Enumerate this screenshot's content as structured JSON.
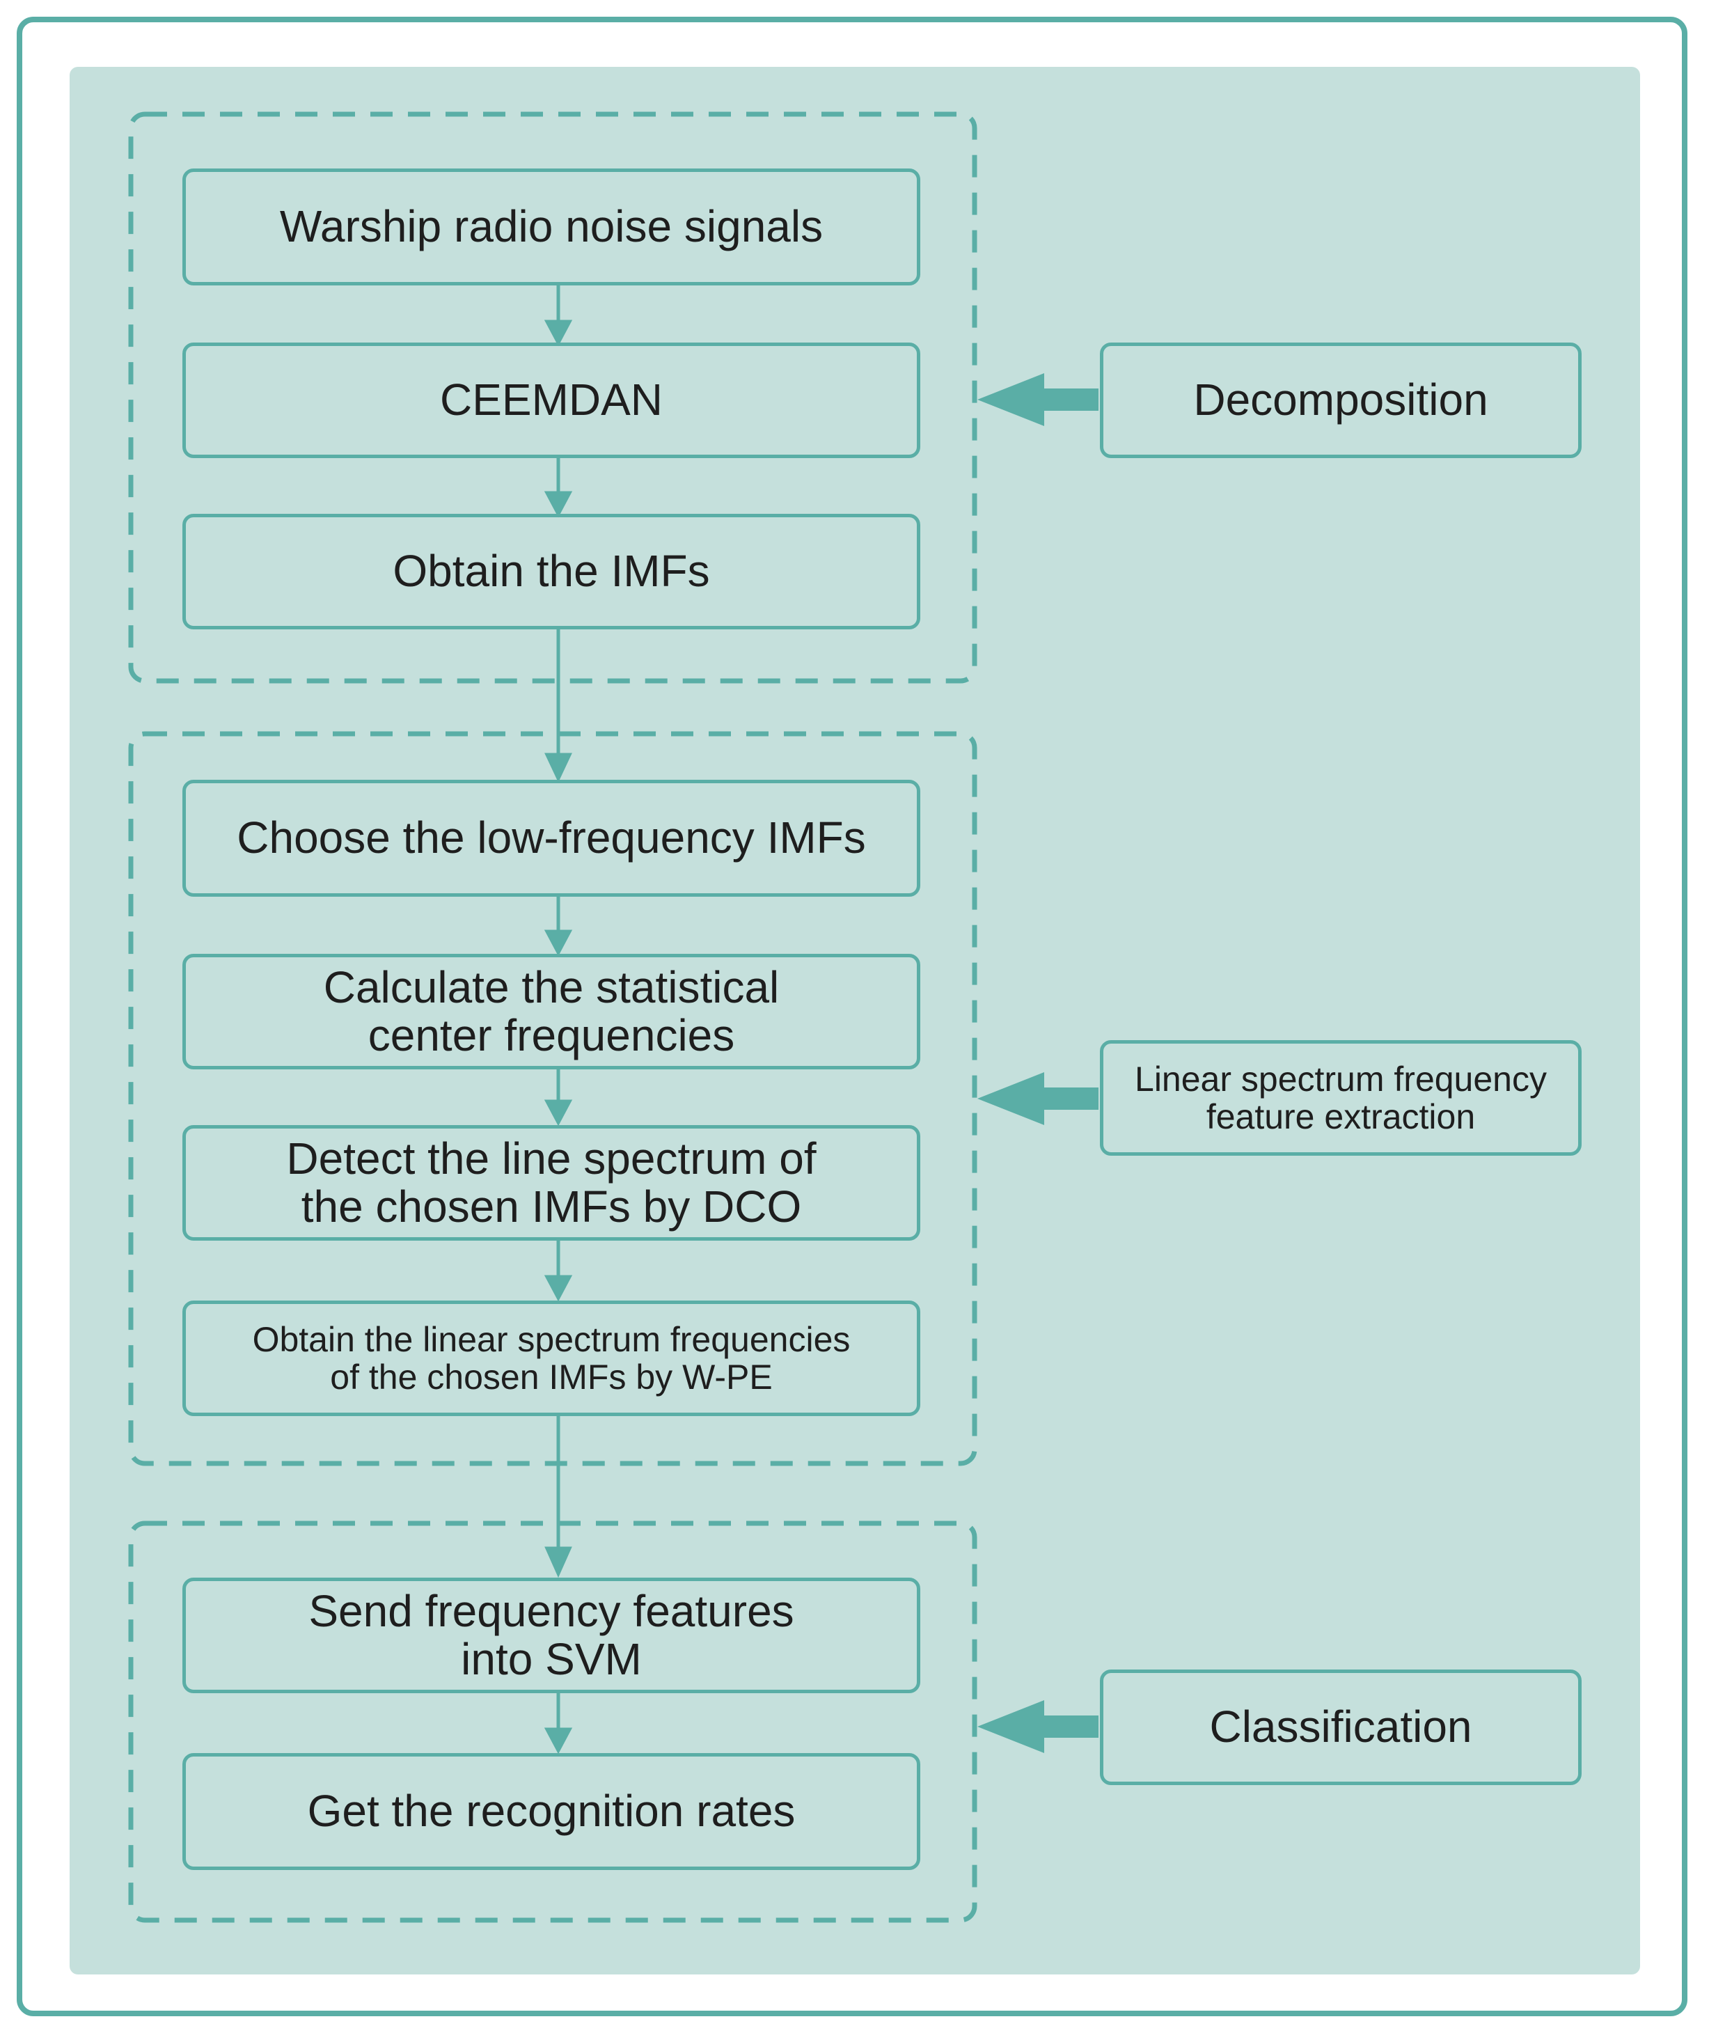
{
  "steps": {
    "warship": "Warship radio noise signals",
    "ceemdan": "CEEMDAN",
    "obtain_imfs": "Obtain the IMFs",
    "choose_low": "Choose the low-frequency IMFs",
    "calc_line1": "Calculate the statistical",
    "calc_line2": "center frequencies",
    "detect_line1": "Detect the line spectrum of",
    "detect_line2": "the chosen IMFs by DCO",
    "obtain_lsf_line1": "Obtain the linear spectrum frequencies",
    "obtain_lsf_line2": "of the chosen IMFs by W-PE",
    "send_line1": "Send frequency features",
    "send_line2": "into SVM",
    "get_rates": "Get the recognition rates"
  },
  "stages": {
    "decomposition": "Decomposition",
    "lsf_line1": "Linear spectrum frequency",
    "lsf_line2": "feature extraction",
    "classification": "Classification"
  },
  "colors": {
    "accent": "#5aaea6",
    "panel": "#c5e0dc",
    "text": "#1e1e1e"
  }
}
